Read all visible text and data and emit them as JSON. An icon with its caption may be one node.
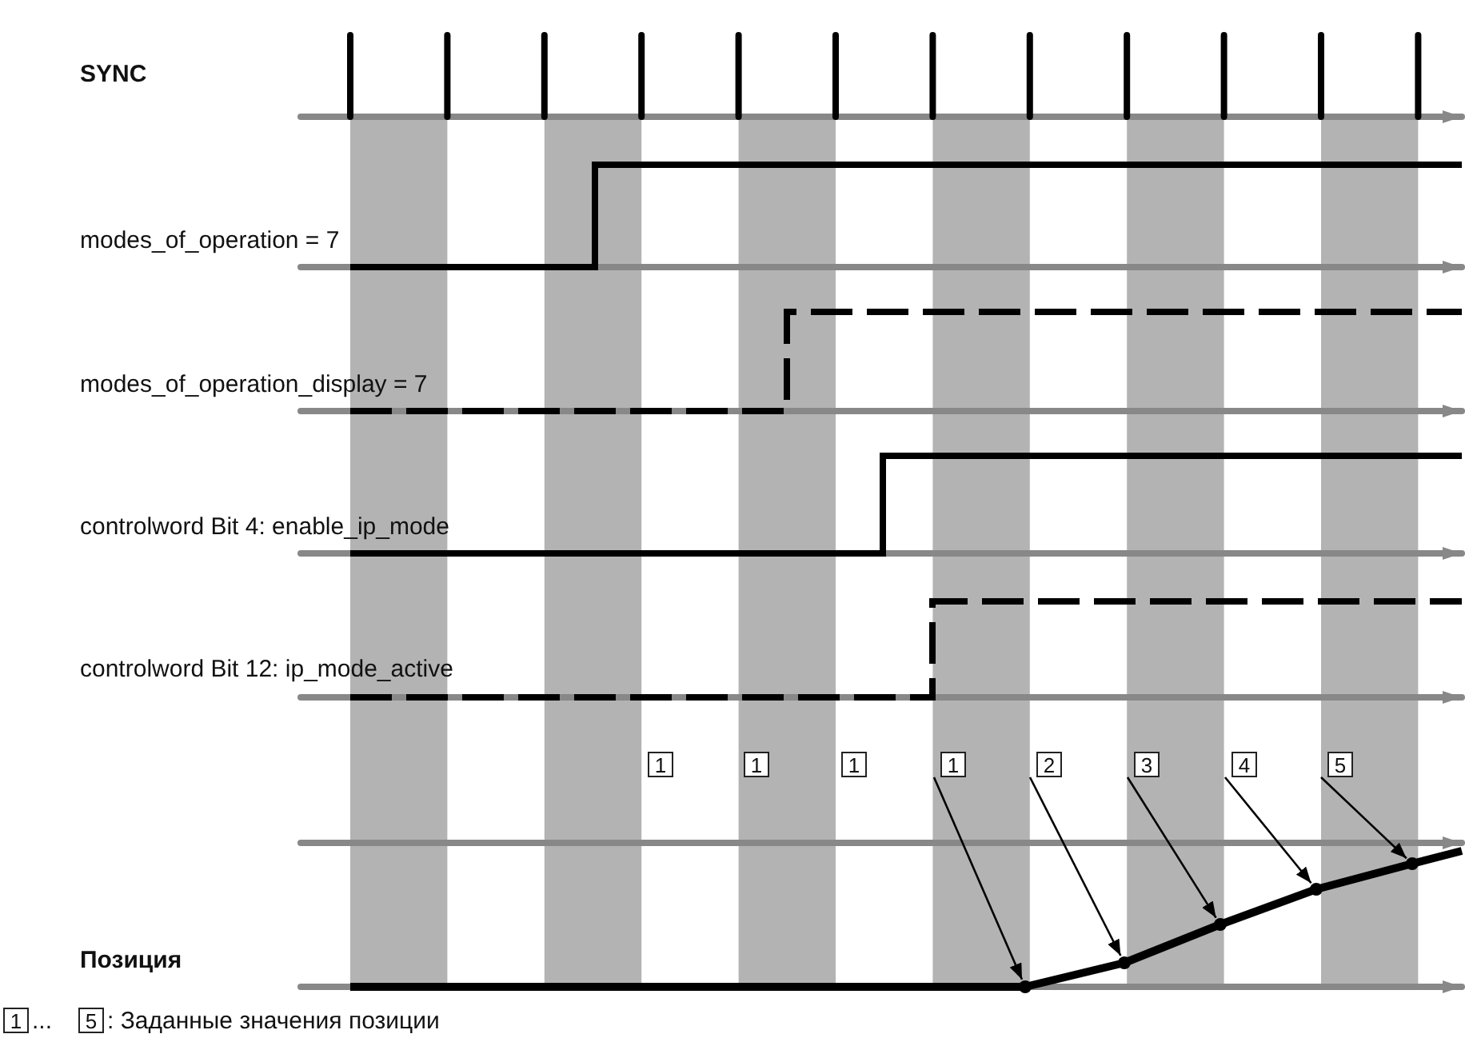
{
  "diagram": {
    "nodes": [
      {
        "text": [
          "1"
        ]
      },
      {
        "text": [
          "1"
        ]
      },
      {
        "text": [
          "1"
        ]
      },
      {
        "text": [
          "1"
        ]
      },
      {
        "text": [
          "2"
        ]
      },
      {
        "text": [
          "3"
        ]
      },
      {
        "text": [
          "4"
        ]
      },
      {
        "text": [
          "5"
        ]
      },
      {
        "text": [],
        "shape": "circle"
      },
      {
        "text": [],
        "shape": "circle"
      },
      {
        "text": [],
        "shape": "circle"
      },
      {
        "text": [],
        "shape": "circle"
      },
      {
        "text": [],
        "shape": "circle"
      },
      {
        "text": [
          "1"
        ]
      },
      {
        "text": [
          "5"
        ]
      }
    ],
    "edges": [
      {
        "from": 3,
        "to": 8,
        "arrow": "to"
      },
      {
        "from": 4,
        "to": 9,
        "arrow": "to"
      },
      {
        "from": 5,
        "to": 10,
        "arrow": "to"
      },
      {
        "from": 6,
        "to": 11,
        "arrow": "to"
      },
      {
        "from": 7,
        "to": 12,
        "arrow": "to"
      }
    ],
    "labels": [
      "SYNC",
      "modes_of_operation = 7",
      "modes_of_operation_display = 7",
      "controlword Bit 4: enable_ip_mode",
      "controlword Bit 12: ip_mode_active",
      "Позиция",
      "...",
      ": Заданные значения позиции"
    ]
  }
}
